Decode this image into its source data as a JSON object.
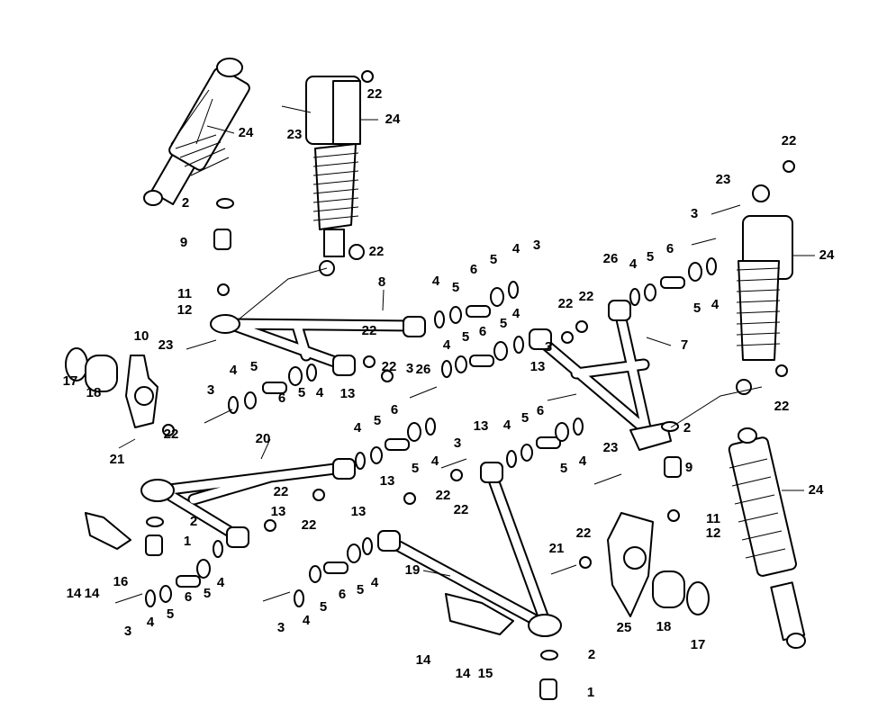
{
  "diagram": {
    "line_color": "#000000",
    "background": "#ffffff",
    "callouts": [
      "22",
      "24",
      "23",
      "24",
      "22",
      "23",
      "2",
      "3",
      "9",
      "22",
      "24",
      "3",
      "4",
      "5",
      "6",
      "5",
      "4",
      "26",
      "4",
      "5",
      "6",
      "8",
      "11",
      "12",
      "22",
      "22",
      "7",
      "5",
      "4",
      "10",
      "22",
      "23",
      "5",
      "4",
      "4",
      "5",
      "6",
      "3",
      "26",
      "22",
      "4",
      "5",
      "3",
      "13",
      "17",
      "18",
      "3",
      "6",
      "5",
      "4",
      "13",
      "4",
      "5",
      "6",
      "22",
      "2",
      "22",
      "13",
      "4",
      "5",
      "6",
      "3",
      "5",
      "4",
      "5",
      "4",
      "23",
      "21",
      "20",
      "9",
      "22",
      "13",
      "13",
      "22",
      "22",
      "24",
      "2",
      "13",
      "22",
      "11",
      "12",
      "1",
      "22",
      "21",
      "16",
      "4",
      "5",
      "6",
      "5",
      "4",
      "14",
      "14",
      "3",
      "6",
      "5",
      "4",
      "5",
      "4",
      "3",
      "19",
      "25",
      "18",
      "17",
      "2",
      "14",
      "14",
      "15",
      "1"
    ]
  }
}
